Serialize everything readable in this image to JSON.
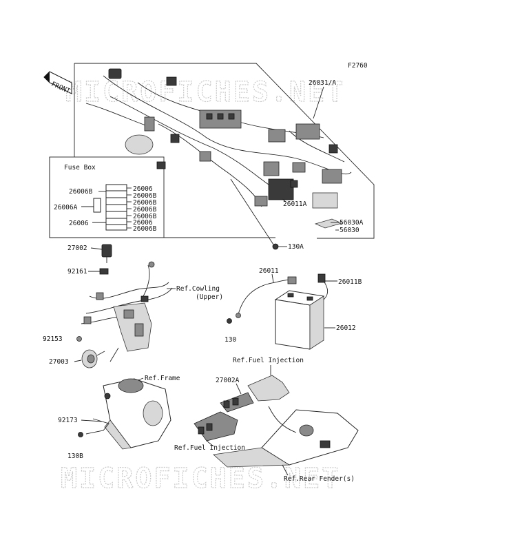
{
  "diagram_code": "F2760",
  "front_label": "FRONT",
  "watermark": "MICROFICHES.NET",
  "fuse_box": {
    "title": "Fuse Box",
    "right_labels": [
      "26006",
      "26006B",
      "26006B",
      "26006B",
      "26006B",
      "26006",
      "26006B"
    ],
    "left_labels": [
      "26006B",
      "26006A",
      "26006"
    ]
  },
  "parts": {
    "p26031A": "26031/A",
    "p26011A": "26011A",
    "p56030A": "56030A",
    "p56030": "56030",
    "p130A": "130A",
    "p27002": "27002",
    "p92161": "92161",
    "p26011": "26011",
    "p26011B": "26011B",
    "p26012": "26012",
    "p130": "130",
    "p92153": "92153",
    "p27003": "27003",
    "p27002A": "27002A",
    "p92173": "92173",
    "p130B": "130B"
  },
  "refs": {
    "cowling": "Ref.Cowling",
    "cowling_sub": "(Upper)",
    "fuel_injection_top": "Ref.Fuel Injection",
    "frame": "Ref.Frame",
    "fuel_injection_bottom": "Ref.Fuel Injection",
    "rear_fender": "Ref.Rear Fender(s)"
  }
}
